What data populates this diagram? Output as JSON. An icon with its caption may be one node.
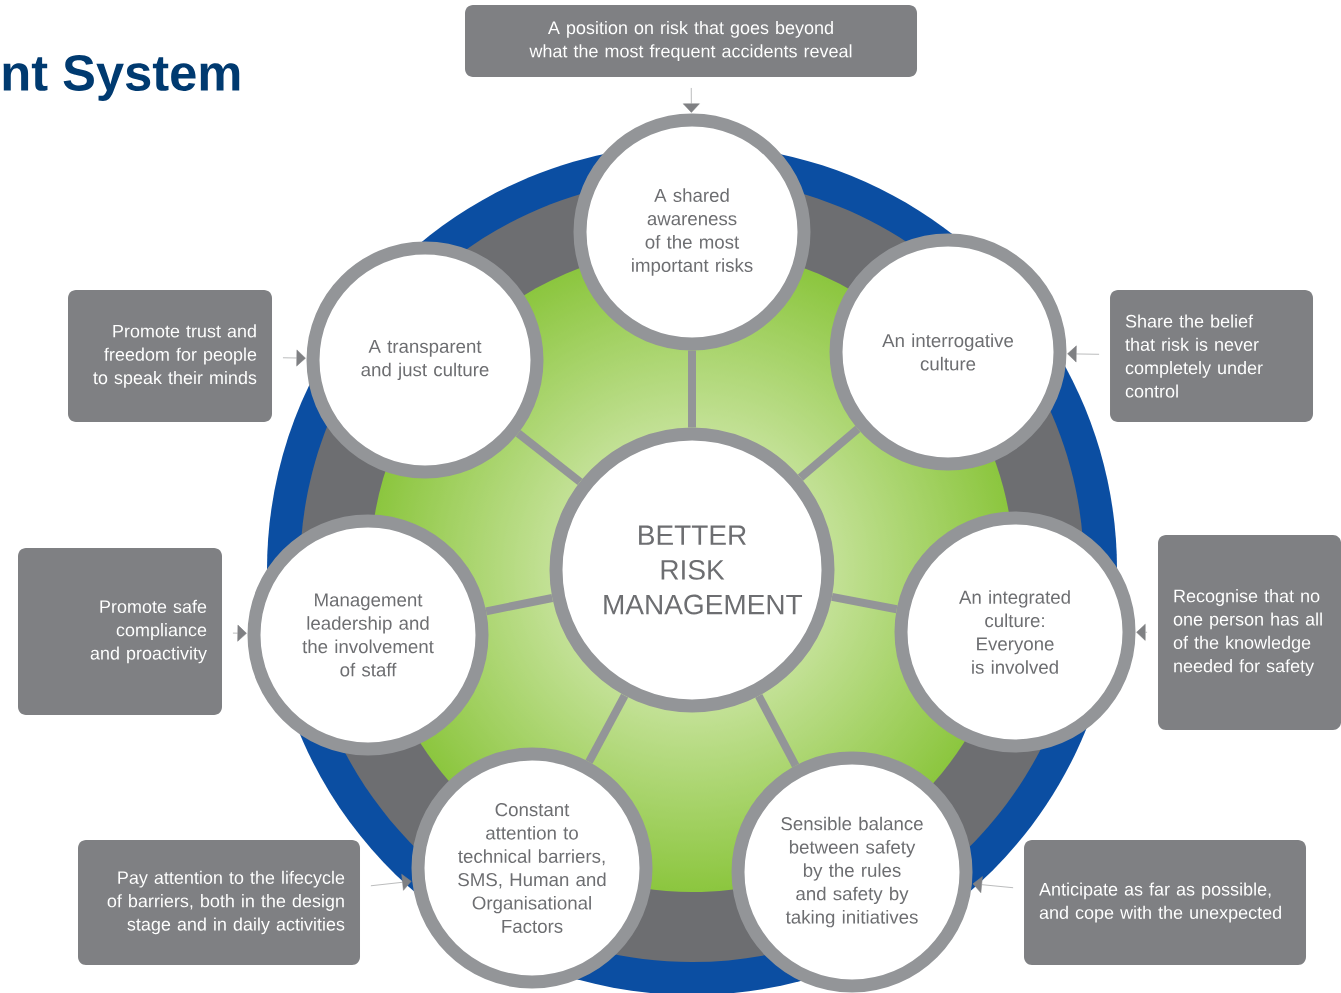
{
  "diagram": {
    "title": "nt System",
    "nodes": [
      {
        "text": [
          "BETTER RISK MANAGEMENT"
        ]
      },
      {
        "text": [
          "A shared awareness of the most important risks"
        ]
      },
      {
        "text": [
          "A transparent and just culture"
        ]
      },
      {
        "text": [
          "An interrogative culture"
        ]
      },
      {
        "text": [
          "Management leadership and the involvement of staff"
        ]
      },
      {
        "text": [
          "An integrated culture: Everyone is involved"
        ]
      },
      {
        "text": [
          "Constant attention to technical barriers, SMS, Human and Organisational Factors"
        ]
      },
      {
        "text": [
          "Sensible balance between safety by the rules and safety by taking initiatives"
        ]
      },
      {
        "text": [
          "A position on risk that goes beyond what the most frequent accidents reveal"
        ]
      },
      {
        "text": [
          "Promote trust and freedom for people to speak their minds"
        ]
      },
      {
        "text": [
          "Share the belief that risk is never completely under control"
        ]
      },
      {
        "text": [
          "Promote safe compliance and proactivity"
        ]
      },
      {
        "text": [
          "Recognise that no one person has all of the knowledge needed for safety"
        ]
      },
      {
        "text": [
          "Pay attention to the lifecycle of barriers, both in the design stage and in daily activities"
        ]
      },
      {
        "text": [
          "Anticipate as far as possible, and cope with the unexpected"
        ]
      }
    ],
    "edges": [
      {
        "from": 0,
        "to": 1,
        "arrow": "none",
        "style": "thick"
      },
      {
        "from": 0,
        "to": 2,
        "arrow": "none",
        "style": "thick"
      },
      {
        "from": 0,
        "to": 3,
        "arrow": "none",
        "style": "thick"
      },
      {
        "from": 0,
        "to": 4,
        "arrow": "none",
        "style": "thick"
      },
      {
        "from": 0,
        "to": 5,
        "arrow": "none",
        "style": "thick"
      },
      {
        "from": 0,
        "to": 6,
        "arrow": "none",
        "style": "thick"
      },
      {
        "from": 0,
        "to": 7,
        "arrow": "none",
        "style": "thick"
      },
      {
        "from": 8,
        "to": 1,
        "arrow": "to"
      },
      {
        "from": 9,
        "to": 2,
        "arrow": "to"
      },
      {
        "from": 10,
        "to": 3,
        "arrow": "to"
      },
      {
        "from": 11,
        "to": 4,
        "arrow": "to"
      },
      {
        "from": 12,
        "to": 5,
        "arrow": "to"
      },
      {
        "from": 13,
        "to": 6,
        "arrow": "to"
      },
      {
        "from": 14,
        "to": 7,
        "arrow": "to"
      }
    ]
  }
}
